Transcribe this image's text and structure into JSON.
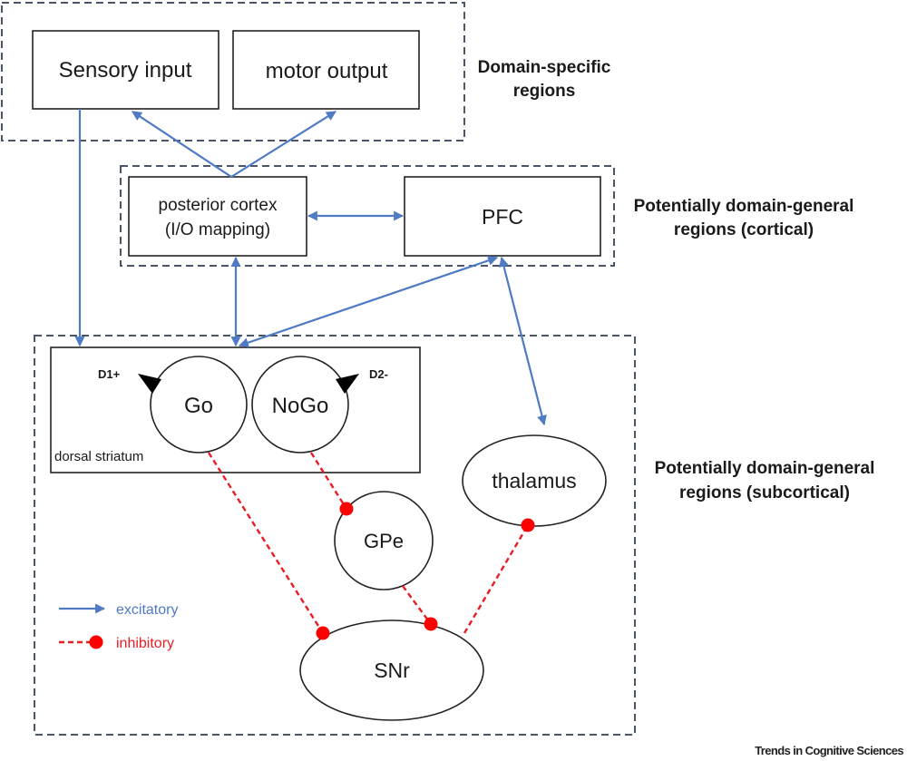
{
  "regions": {
    "domain_specific": "Domain-specific\nregions",
    "domain_specific_line1": "Domain-specific",
    "domain_specific_line2": "regions",
    "cortical_line1": "Potentially domain-general",
    "cortical_line2": "regions (cortical)",
    "subcortical_line1": "Potentially domain-general",
    "subcortical_line2": "regions (subcortical)"
  },
  "nodes": {
    "sensory_input": "Sensory input",
    "motor_output": "motor output",
    "posterior_cortex_line1": "posterior cortex",
    "posterior_cortex_line2": "(I/O mapping)",
    "pfc": "PFC",
    "dorsal_striatum": "dorsal striatum",
    "go": "Go",
    "nogo": "NoGo",
    "d1": "D1+",
    "d2": "D2-",
    "thalamus": "thalamus",
    "gpe": "GPe",
    "snr": "SNr"
  },
  "legend": {
    "excitatory": "excitatory",
    "inhibitory": "inhibitory"
  },
  "connections": {
    "excitatory": [
      {
        "from": "Sensory input",
        "to": "dorsal striatum",
        "bidirectional": false
      },
      {
        "from": "posterior cortex",
        "to": "Sensory input",
        "bidirectional": false
      },
      {
        "from": "posterior cortex",
        "to": "motor output",
        "bidirectional": false
      },
      {
        "from": "posterior cortex",
        "to": "PFC",
        "bidirectional": true
      },
      {
        "from": "posterior cortex",
        "to": "dorsal striatum",
        "bidirectional": true
      },
      {
        "from": "PFC",
        "to": "dorsal striatum",
        "bidirectional": true
      },
      {
        "from": "PFC",
        "to": "thalamus",
        "bidirectional": true
      }
    ],
    "inhibitory": [
      {
        "from": "Go",
        "to": "SNr"
      },
      {
        "from": "NoGo",
        "to": "GPe"
      },
      {
        "from": "GPe",
        "to": "SNr"
      },
      {
        "from": "SNr",
        "to": "thalamus"
      }
    ]
  },
  "colors": {
    "excitatory": "#4f7ac4",
    "inhibitory": "#e81e25",
    "region_border": "#4a5568"
  },
  "credit": "Trends in Cognitive Sciences"
}
